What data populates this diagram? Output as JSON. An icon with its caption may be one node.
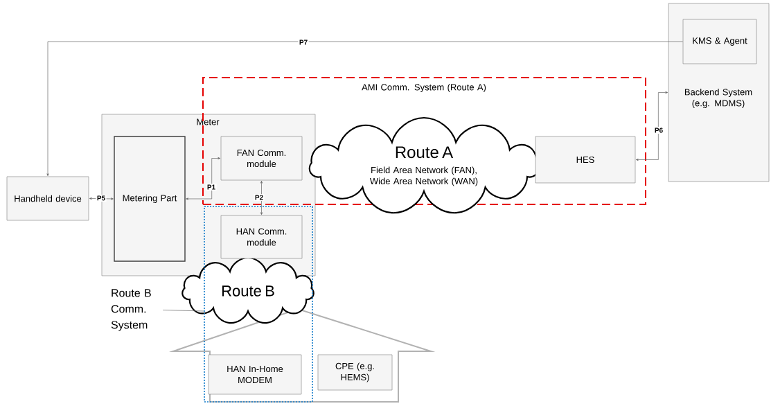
{
  "diagram": {
    "nodes": [
      {
        "text": [
          "Backend System (e.g. MDMS)"
        ]
      },
      {
        "text": [
          "KMS & Agent"
        ],
        "in": 0
      },
      {
        "text": [
          "AMI Comm. System (Route A)"
        ]
      },
      {
        "text": [
          "Meter"
        ]
      },
      {
        "text": [
          "Metering Part"
        ],
        "in": 3
      },
      {
        "text": [
          "FAN Comm. module"
        ]
      },
      {
        "text": [
          "Route A",
          "Field Area Network (FAN), Wide Area Network (WAN)"
        ],
        "in": 2
      },
      {
        "text": [
          "HES"
        ],
        "in": 2
      },
      {
        "text": [
          "Handheld device"
        ]
      },
      {
        "text": [],
        "shape": "box"
      },
      {
        "text": [
          "HAN Comm. module"
        ]
      },
      {
        "text": [
          "Route B"
        ]
      },
      {
        "text": [],
        "shape": "house"
      },
      {
        "text": [
          "HAN In-Home MODEM"
        ]
      },
      {
        "text": [
          "CPE (e.g. HEMS)"
        ],
        "in": 12
      },
      {
        "text": [
          "Route B Comm. System"
        ]
      }
    ],
    "edges": [
      {
        "from": 1,
        "to": 8,
        "arrow": "to",
        "label": "P7"
      },
      {
        "from": 8,
        "to": 4,
        "arrow": "both",
        "label": "P5"
      },
      {
        "from": 4,
        "to": 5,
        "arrow": "both",
        "label": "P1"
      },
      {
        "from": 5,
        "to": 10,
        "arrow": "both",
        "label": "P2"
      },
      {
        "from": 7,
        "to": 0,
        "arrow": "both",
        "label": "P6"
      },
      {
        "from": 15,
        "to": 9,
        "arrow": "none"
      }
    ]
  }
}
